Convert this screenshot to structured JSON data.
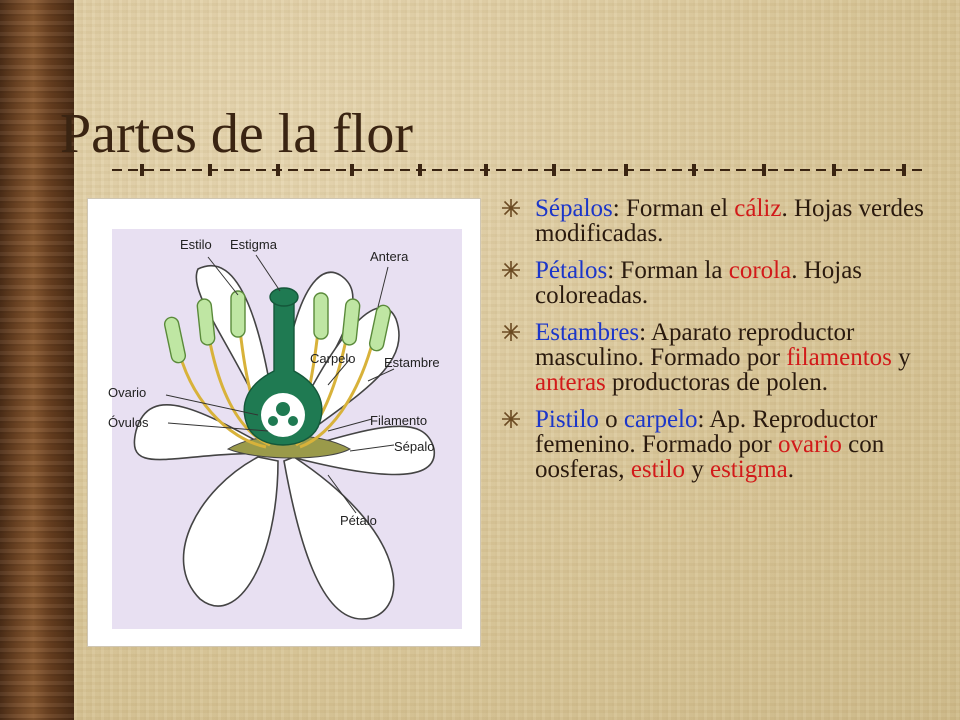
{
  "title": "Partes de la flor",
  "colors": {
    "term": "#1c36c9",
    "highlight": "#d21a1a",
    "body_text": "#2a1a0e",
    "title": "#3a2412",
    "background": "#dcc99f",
    "wood": "#6f4524"
  },
  "bullet_icon": "star-burst-icon",
  "bullets": [
    {
      "term": "Sépalos",
      "p1": ": Forman el ",
      "h1": "cáliz",
      "p2": ". Hojas verdes modificadas."
    },
    {
      "term": "Pétalos",
      "p1": ": Forman la ",
      "h1": "corola",
      "p2": ". Hojas coloreadas."
    },
    {
      "term": "Estambres",
      "p1": ": Aparato reproductor masculino. Formado por ",
      "h1": "filamentos",
      "p2": " y ",
      "h2": "anteras",
      "p3": " productoras de polen."
    },
    {
      "term": "Pistilo",
      "p1": " o ",
      "term2": "carpelo",
      "p2": ": Ap. Reproductor femenino. Formado por ",
      "h1": "ovario",
      "p3": " con oosferas, ",
      "h2": "estilo",
      "p4": " y ",
      "h3": "estigma",
      "p5": "."
    }
  ],
  "diagram_labels": {
    "estilo": "Estilo",
    "estigma": "Estigma",
    "antera": "Antera",
    "carpelo": "Carpelo",
    "estambre": "Estambre",
    "ovario": "Ovario",
    "ovulos": "Óvulos",
    "filamento": "Filamento",
    "sepalo": "Sépalo",
    "petalo": "Pétalo"
  }
}
